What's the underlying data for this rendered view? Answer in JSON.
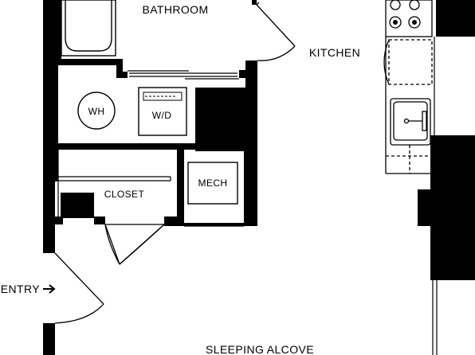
{
  "plan": {
    "rooms": {
      "bathroom": "BATHROOM",
      "kitchen": "KITCHEN",
      "closet": "CLOSET",
      "mech": "MECH",
      "sleeping_alcove": "SLEEPING ALCOVE",
      "entry": "ENTRY"
    },
    "fixtures": {
      "water_heater": "WH",
      "washer_dryer": "W/D"
    }
  }
}
